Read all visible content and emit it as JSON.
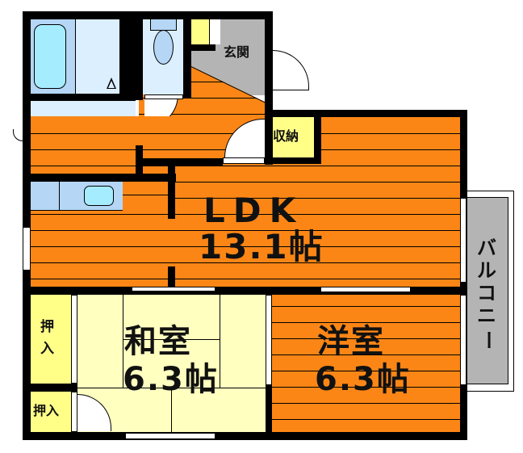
{
  "floor_plan": {
    "rooms": {
      "ldk": {
        "name": "LDK",
        "size": "13.1帖"
      },
      "washitsu": {
        "name": "和室",
        "size": "6.3帖"
      },
      "yoshitsu": {
        "name": "洋室",
        "size": "6.3帖"
      },
      "genkan": {
        "name": "玄関"
      },
      "shuno": {
        "name": "収納"
      },
      "oshiire_upper": {
        "name_line1": "押",
        "name_line2": "入"
      },
      "oshiire_lower": {
        "name": "押入"
      },
      "balcony": {
        "name_chars": [
          "バ",
          "ル",
          "コ",
          "ニ",
          "ー"
        ]
      }
    },
    "colors": {
      "wood_floor": "#fb8616",
      "tatami": "#ffffc0",
      "closet": "#ffff88",
      "bath": "#dcefff",
      "fixture": "#b5d6f5",
      "gray_area": "#b4b4b4",
      "wall": "#000000"
    }
  }
}
